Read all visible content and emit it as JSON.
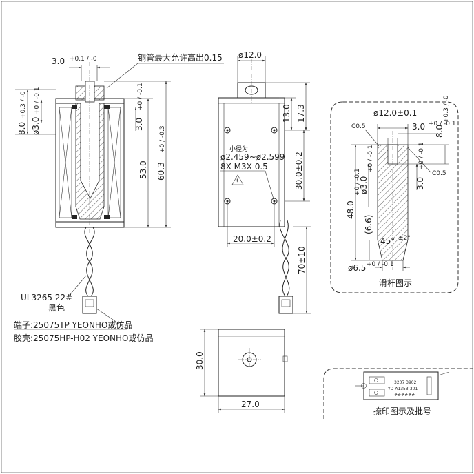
{
  "front_view": {
    "dim_shaft_top": "3.0",
    "dim_shaft_top_tol": "+0.1 / -0",
    "note_copper_tube": "铜管最大允许高出0.15",
    "dim_height_inner": "53.0",
    "dim_height_total": "60.3",
    "dim_height_total_tol": "+0 / -0.3",
    "dim_left_stroke": "8.0",
    "dim_left_stroke_tol": "+0.3 / -0",
    "dim_left_pin": "ø3.0",
    "dim_left_pin_tol": "+0 / -0.1",
    "dim_inner_pin": "3.0",
    "dim_inner_pin_tol": "+0 / -0.1",
    "wire_label": "UL3265 22#",
    "wire_color": "黑色",
    "terminal_note": "端子:25075TP YEONHO或仿品",
    "housing_note": "胶壳:25075HP-H02 YEONHO或仿品"
  },
  "side_view": {
    "dim_diameter": "ø12.0",
    "dim_13": "13.0",
    "dim_17": "17.3",
    "note_small_dia": "小径为:",
    "note_small_dia_range": "ø2.459~ø2.599",
    "screw_note": "8X M3X 0.5",
    "dim_30": "30.0±0.2",
    "dim_20": "20.0±0.2",
    "dim_70": "70±10"
  },
  "bottom_view": {
    "dim_height": "30.0",
    "dim_width": "27.0"
  },
  "plunger_detail": {
    "dim_dia": "ø12.0±0.1",
    "chamfer_top": "C0.5",
    "chamfer_side": "C0.5",
    "dim_top_slot": "3.0",
    "dim_top_slot_tol": "+0 / -0.1",
    "dim_top_depth": "8.0",
    "dim_top_depth_tol": "+0.3 / -0",
    "dim_length": "48.0",
    "dim_length_tol": "+0 / -0.1",
    "dim_inner_dia": "ø3.0",
    "dim_inner_dia_tol": "+0 / -0.1",
    "dim_right_slot": "3.0",
    "dim_right_slot_tol": "+0 / -0.1",
    "dim_taper": "(6.6)",
    "dim_angle": "45°",
    "dim_angle_tol": "±2°",
    "dim_tip_dia": "ø6.5",
    "dim_tip_dia_tol": "+0 / -0.1",
    "caption": "滑杆图示"
  },
  "marking_detail": {
    "line1": "3207 3902",
    "line2": "YD-A1353-301",
    "line3": "######",
    "caption": "捺印图示及批号"
  }
}
